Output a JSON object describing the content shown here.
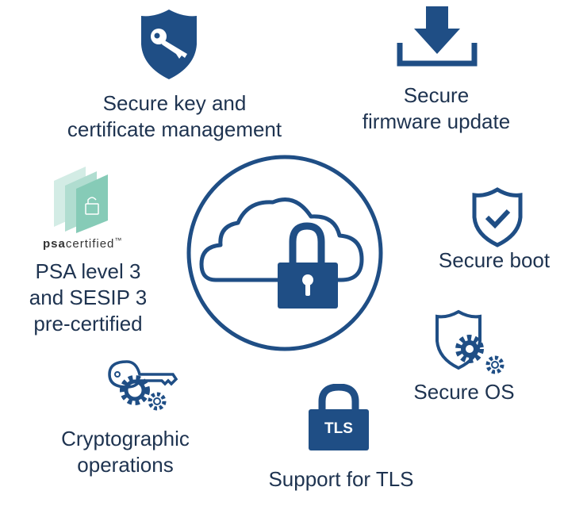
{
  "colors": {
    "primary": "#1f4e85",
    "text": "#1e3350",
    "psa": "#7fc9b4"
  },
  "features": {
    "key_mgmt": {
      "line1": "Secure key and",
      "line2": "certificate management",
      "icon": "shield-key-icon"
    },
    "firmware": {
      "line1": "Secure",
      "line2": "firmware update",
      "icon": "download-icon"
    },
    "boot": {
      "label": "Secure boot",
      "icon": "shield-check-icon"
    },
    "os": {
      "label": "Secure OS",
      "icon": "shield-gear-icon"
    },
    "tls": {
      "label": "Support for TLS",
      "badge": "TLS",
      "icon": "padlock-icon"
    },
    "crypto": {
      "line1": "Cryptographic",
      "line2": "operations",
      "icon": "key-gear-icon"
    },
    "psa": {
      "logo_bold": "psa",
      "logo_rest": "certified",
      "logo_tm": "™",
      "line1": "PSA level 3",
      "line2": "and SESIP 3",
      "line3": "pre-certified",
      "icon": "psa-certified-logo"
    }
  },
  "center": {
    "icon": "cloud-lock-icon"
  }
}
